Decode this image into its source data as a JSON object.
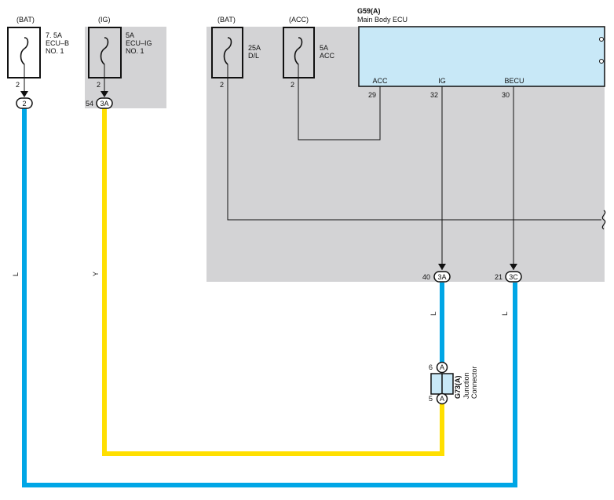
{
  "fuses": {
    "ecu_b": {
      "source": "(BAT)",
      "rating": "7. 5A",
      "name1": "ECU–B",
      "name2": "NO. 1",
      "pin": "2"
    },
    "ecu_ig": {
      "source": "(IG)",
      "rating": "5A",
      "name1": "ECU–IG",
      "name2": "NO. 1",
      "pin": "2"
    },
    "dl": {
      "source": "(BAT)",
      "rating": "25A",
      "name1": "D/L",
      "pin": "2"
    },
    "acc": {
      "source": "(ACC)",
      "rating": "5A",
      "name1": "ACC",
      "pin": "2"
    }
  },
  "connectors": {
    "c2": {
      "label": "2"
    },
    "c3a_top": {
      "pin": "54",
      "label": "3A"
    },
    "c3a_bottom": {
      "pin": "40",
      "label": "3A"
    },
    "c3c": {
      "pin": "21",
      "label": "3C"
    }
  },
  "ecu": {
    "code": "G59(A)",
    "name": "Main Body ECU",
    "terminals": [
      {
        "name": "ACC",
        "pin": "29"
      },
      {
        "name": "IG",
        "pin": "32"
      },
      {
        "name": "BECU",
        "pin": "30"
      }
    ]
  },
  "junction": {
    "code": "G73(A)",
    "name1": "Junction",
    "name2": "Connector",
    "top_pin": "6",
    "bottom_pin": "5",
    "letter": "A"
  },
  "wires": {
    "left_blue": "L",
    "yellow": "Y",
    "mid_blue": "L",
    "right_blue": "L"
  },
  "colors": {
    "wire_blue": "#00a6e6",
    "wire_yellow": "#ffdf00",
    "shade": "#d3d3d5",
    "ecu_fill": "#c8e8f7"
  }
}
